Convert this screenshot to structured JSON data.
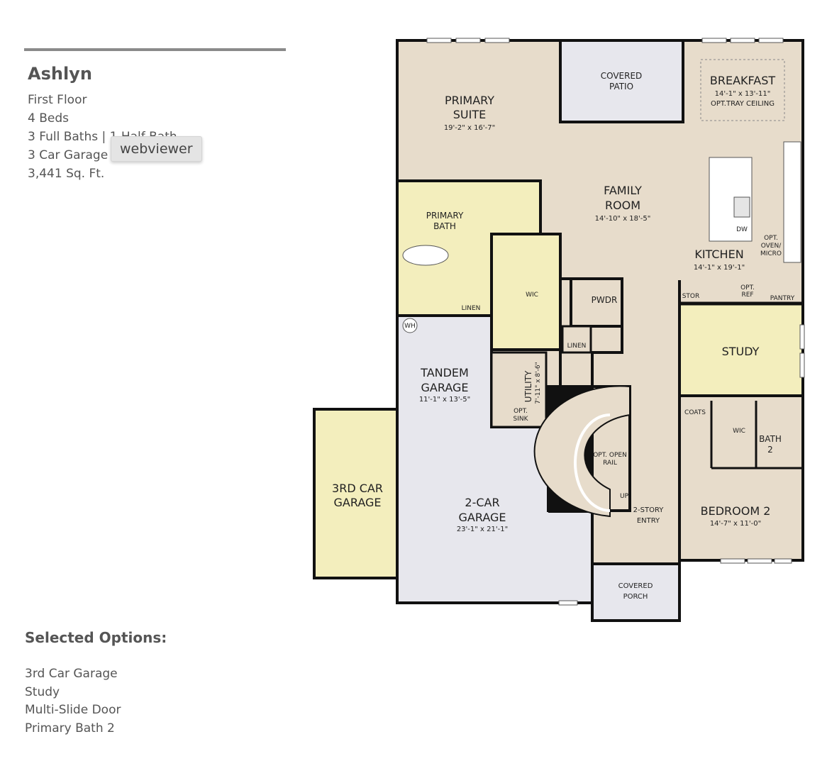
{
  "plan": {
    "name": "Ashlyn",
    "floor": "First Floor",
    "beds": "4 Beds",
    "baths": "3 Full Baths | 1 Half Bath",
    "garage": "3 Car Garage",
    "sqft": "3,441 Sq. Ft."
  },
  "tooltip": "webviewer",
  "selected_options": {
    "heading": "Selected Options:",
    "items": [
      "3rd Car Garage",
      "Study",
      "Multi-Slide Door",
      "Primary Bath 2"
    ]
  },
  "colors": {
    "living": "#e7dccb",
    "optional": "#f3eebd",
    "garage": "#e7e7ed",
    "wall": "#111111"
  },
  "rooms": {
    "primary_suite": {
      "name1": "PRIMARY",
      "name2": "SUITE",
      "dim": "19'-2\" x 16'-7\""
    },
    "covered_patio": {
      "name1": "COVERED",
      "name2": "PATIO"
    },
    "breakfast": {
      "name": "BREAKFAST",
      "dim": "14'-1\" x 13'-11\"",
      "note": "OPT.TRAY CEILING"
    },
    "family_room": {
      "name1": "FAMILY",
      "name2": "ROOM",
      "dim": "14'-10\" x 18'-5\""
    },
    "kitchen": {
      "name": "KITCHEN",
      "dim": "14'-1\" x 19'-1\"",
      "dw": "DW",
      "oven1": "OPT.",
      "oven2": "OVEN/",
      "oven3": "MICRO",
      "stor": "STOR",
      "ref1": "OPT.",
      "ref2": "REF",
      "pantry": "PANTRY"
    },
    "primary_bath": {
      "name1": "PRIMARY",
      "name2": "BATH",
      "linen": "LINEN"
    },
    "wic": "WIC",
    "pwdr": "PWDR",
    "linen": "LINEN",
    "wh": "WH",
    "utility": {
      "name": "UTILITY",
      "dim": "7'-11\" x 8'-6\"",
      "sink1": "OPT.",
      "sink2": "SINK"
    },
    "tandem_garage": {
      "name1": "TANDEM",
      "name2": "GARAGE",
      "dim": "11'-1\" x 13'-5\""
    },
    "two_car_garage": {
      "name1": "2-CAR",
      "name2": "GARAGE",
      "dim": "23'-1\" x 21'-1\""
    },
    "third_car_garage": {
      "name1": "3RD CAR",
      "name2": "GARAGE"
    },
    "stairs": {
      "rail1": "OPT. OPEN",
      "rail2": "RAIL",
      "up": "UP"
    },
    "entry": {
      "name1": "2-STORY",
      "name2": "ENTRY"
    },
    "covered_porch": {
      "name1": "COVERED",
      "name2": "PORCH"
    },
    "study": "STUDY",
    "coats": "COATS",
    "wic2": "WIC",
    "bath2": {
      "name1": "BATH",
      "name2": "2"
    },
    "bedroom2": {
      "name": "BEDROOM 2",
      "dim": "14'-7\" x 11'-0\""
    }
  }
}
